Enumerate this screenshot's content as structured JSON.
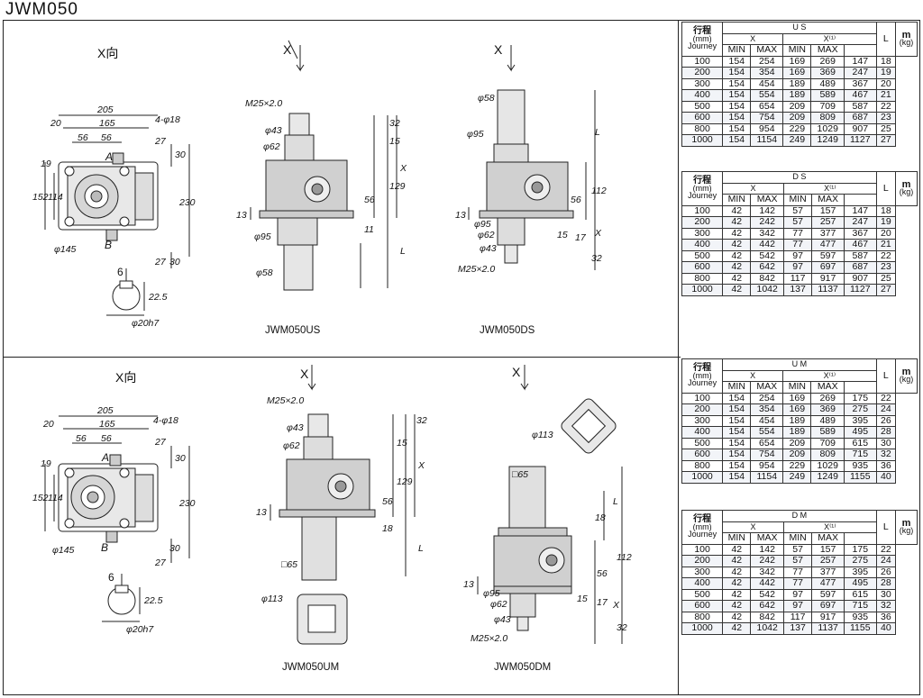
{
  "title": "JWM050",
  "views": {
    "x_dir_label": "X向",
    "x_label": "X",
    "top_left": {
      "dims": [
        "205",
        "165",
        "20",
        "56",
        "56",
        "4-φ18",
        "19",
        "114",
        "152",
        "27",
        "30",
        "230",
        "27",
        "30",
        "φ145"
      ],
      "letters": [
        "A",
        "B"
      ],
      "shaft": {
        "width": "6",
        "depth": "22.5",
        "dia": "φ20h7"
      }
    },
    "bottom_left": {
      "dims": [
        "205",
        "165",
        "20",
        "56",
        "56",
        "4-φ18",
        "19",
        "114",
        "152",
        "27",
        "30",
        "230",
        "27",
        "30",
        "φ145"
      ],
      "letters": [
        "A",
        "B"
      ],
      "shaft": {
        "width": "6",
        "depth": "22.5",
        "dia": "φ20h7"
      }
    },
    "us": {
      "caption": "JWM050US",
      "thread": "M25×2.0",
      "d43": "φ43",
      "d62": "φ62",
      "d95": "φ95",
      "d58": "φ58",
      "dims": [
        "32",
        "15",
        "129",
        "56",
        "11",
        "13"
      ],
      "x": "X",
      "l": "L"
    },
    "ds": {
      "caption": "JWM050DS",
      "thread": "M25×2.0",
      "d58": "φ58",
      "d95": "φ95",
      "d62": "φ62",
      "d43": "φ43",
      "dims": [
        "112",
        "56",
        "15",
        "17",
        "32",
        "13"
      ],
      "x": "X",
      "l": "L"
    },
    "um": {
      "caption": "JWM050UM",
      "thread": "M25×2.0",
      "d43": "φ43",
      "d62": "φ62",
      "sq": "□65",
      "d113": "φ113",
      "dims": [
        "32",
        "15",
        "129",
        "56",
        "18",
        "13"
      ],
      "x": "X",
      "l": "L"
    },
    "dm": {
      "caption": "JWM050DM",
      "thread": "M25×2.0",
      "d113": "φ113",
      "sq": "□65",
      "d95": "φ95",
      "d62": "φ62",
      "d43": "φ43",
      "dims": [
        "18",
        "112",
        "56",
        "15",
        "17",
        "32",
        "13"
      ],
      "x": "X",
      "l": "L"
    }
  },
  "tables": [
    {
      "name": "U S",
      "rows": [
        [
          "100",
          "154",
          "254",
          "169",
          "269",
          "147",
          "18"
        ],
        [
          "200",
          "154",
          "354",
          "169",
          "369",
          "247",
          "19"
        ],
        [
          "300",
          "154",
          "454",
          "189",
          "489",
          "367",
          "20"
        ],
        [
          "400",
          "154",
          "554",
          "189",
          "589",
          "467",
          "21"
        ],
        [
          "500",
          "154",
          "654",
          "209",
          "709",
          "587",
          "22"
        ],
        [
          "600",
          "154",
          "754",
          "209",
          "809",
          "687",
          "23"
        ],
        [
          "800",
          "154",
          "954",
          "229",
          "1029",
          "907",
          "25"
        ],
        [
          "1000",
          "154",
          "1154",
          "249",
          "1249",
          "1127",
          "27"
        ]
      ]
    },
    {
      "name": "D S",
      "rows": [
        [
          "100",
          "42",
          "142",
          "57",
          "157",
          "147",
          "18"
        ],
        [
          "200",
          "42",
          "242",
          "57",
          "257",
          "247",
          "19"
        ],
        [
          "300",
          "42",
          "342",
          "77",
          "377",
          "367",
          "20"
        ],
        [
          "400",
          "42",
          "442",
          "77",
          "477",
          "467",
          "21"
        ],
        [
          "500",
          "42",
          "542",
          "97",
          "597",
          "587",
          "22"
        ],
        [
          "600",
          "42",
          "642",
          "97",
          "697",
          "687",
          "23"
        ],
        [
          "800",
          "42",
          "842",
          "117",
          "917",
          "907",
          "25"
        ],
        [
          "1000",
          "42",
          "1042",
          "137",
          "1137",
          "1127",
          "27"
        ]
      ]
    },
    {
      "name": "U M",
      "rows": [
        [
          "100",
          "154",
          "254",
          "169",
          "269",
          "175",
          "22"
        ],
        [
          "200",
          "154",
          "354",
          "169",
          "369",
          "275",
          "24"
        ],
        [
          "300",
          "154",
          "454",
          "189",
          "489",
          "395",
          "26"
        ],
        [
          "400",
          "154",
          "554",
          "189",
          "589",
          "495",
          "28"
        ],
        [
          "500",
          "154",
          "654",
          "209",
          "709",
          "615",
          "30"
        ],
        [
          "600",
          "154",
          "754",
          "209",
          "809",
          "715",
          "32"
        ],
        [
          "800",
          "154",
          "954",
          "229",
          "1029",
          "935",
          "36"
        ],
        [
          "1000",
          "154",
          "1154",
          "249",
          "1249",
          "1155",
          "40"
        ]
      ]
    },
    {
      "name": "D M",
      "rows": [
        [
          "100",
          "42",
          "142",
          "57",
          "157",
          "175",
          "22"
        ],
        [
          "200",
          "42",
          "242",
          "57",
          "257",
          "275",
          "24"
        ],
        [
          "300",
          "42",
          "342",
          "77",
          "377",
          "395",
          "26"
        ],
        [
          "400",
          "42",
          "442",
          "77",
          "477",
          "495",
          "28"
        ],
        [
          "500",
          "42",
          "542",
          "97",
          "597",
          "615",
          "30"
        ],
        [
          "600",
          "42",
          "642",
          "97",
          "697",
          "715",
          "32"
        ],
        [
          "800",
          "42",
          "842",
          "117",
          "917",
          "935",
          "36"
        ],
        [
          "1000",
          "42",
          "1042",
          "137",
          "1137",
          "1155",
          "40"
        ]
      ]
    }
  ],
  "table_header": {
    "stroke_cn": "行程",
    "stroke_unit": "(mm)",
    "stroke_en": "Journey",
    "x_col": "X",
    "x1_col": "X⁽¹⁾",
    "min": "MIN",
    "max": "MAX",
    "l_col": "L",
    "m_col": "m",
    "m_unit": "(kg)"
  }
}
